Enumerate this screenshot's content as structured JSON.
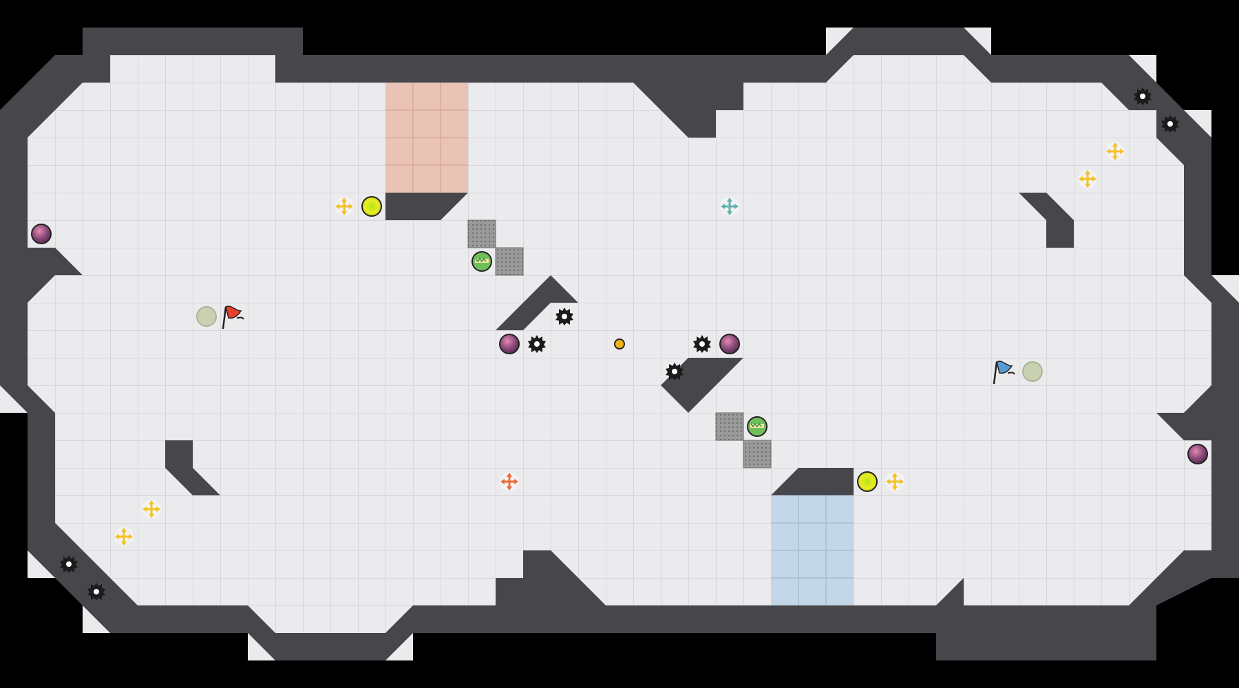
{
  "map": {
    "name": "arena",
    "colors": {
      "background": "#000000",
      "floor": "#ebebee",
      "grid": "#d2d2d6",
      "wall": "#46464b",
      "wall_edge": "#3a3a3e",
      "red_zone": "#e9c1b2",
      "blue_zone": "#c2d6e8",
      "red_flag": "#e8412c",
      "blue_flag": "#5a9ad4",
      "spike": "#1b1b1b",
      "boost": "#f3c224",
      "boost_red": "#ea6a3c",
      "boost_teal": "#5fb2ac",
      "powerup": "#d6e81e",
      "bomb": "#8a4a7a",
      "gate": "#8c8c8c"
    },
    "red_base": {
      "flag": "red-flag",
      "zone": "red-endzone"
    },
    "blue_base": {
      "flag": "blue-flag",
      "zone": "blue-endzone"
    }
  }
}
